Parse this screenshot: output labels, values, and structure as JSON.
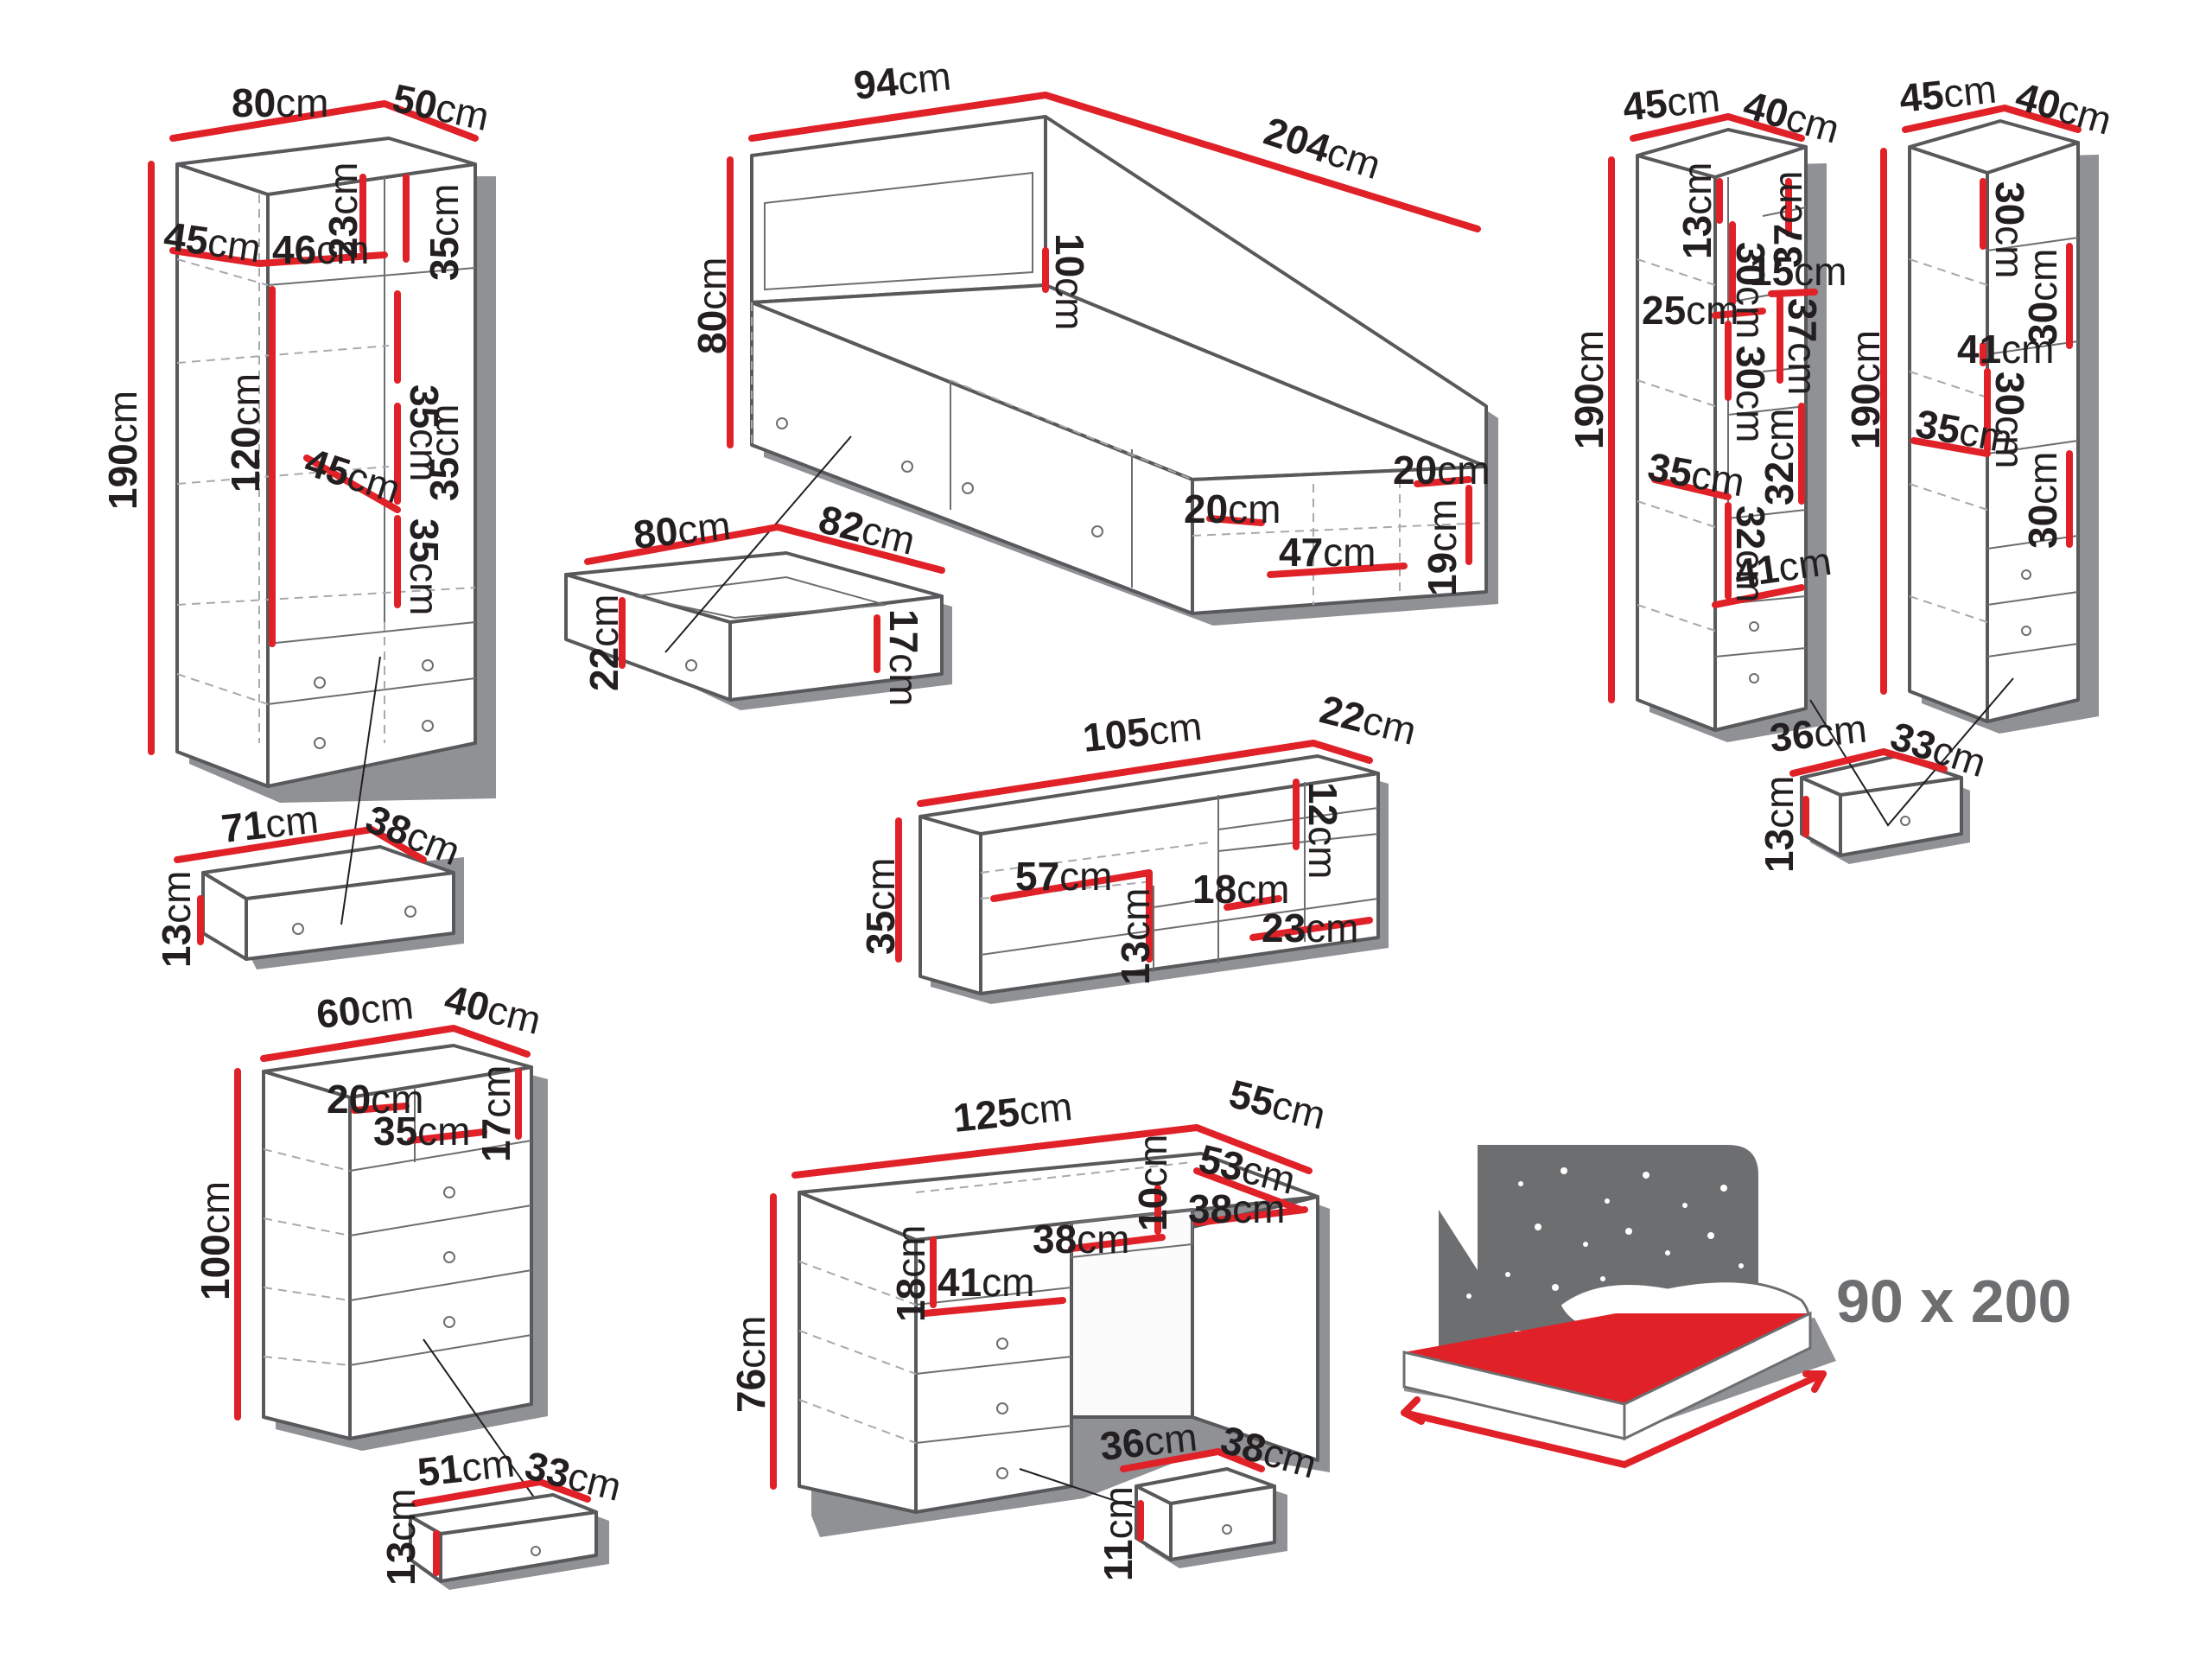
{
  "colors": {
    "accent": "#e02127",
    "outline": "#58595b",
    "shadow": "#8f9194",
    "text": "#231f20",
    "mattress_graphic": "#6d6e70"
  },
  "unit": "cm",
  "groups": {
    "wardrobe": {
      "dims": [
        "80",
        "50",
        "190",
        "23",
        "35",
        "45",
        "46",
        "35",
        "120",
        "35",
        "45",
        "35"
      ]
    },
    "wardrobe_drawer": {
      "dims": [
        "71",
        "38",
        "13"
      ]
    },
    "bed": {
      "dims": [
        "94",
        "204",
        "80",
        "10",
        "20",
        "20",
        "47",
        "19"
      ]
    },
    "bed_drawer": {
      "dims": [
        "80",
        "82",
        "22",
        "17"
      ]
    },
    "bookcase_a": {
      "dims": [
        "45",
        "40",
        "190",
        "13",
        "37",
        "30",
        "15",
        "25",
        "37",
        "30",
        "32",
        "35",
        "32",
        "41"
      ]
    },
    "bookcase_b": {
      "dims": [
        "45",
        "40",
        "190",
        "30",
        "30",
        "41",
        "30",
        "35",
        "30"
      ]
    },
    "bookcase_drawer": {
      "dims": [
        "36",
        "33",
        "13"
      ]
    },
    "shelf": {
      "dims": [
        "105",
        "22",
        "35",
        "12",
        "57",
        "18",
        "13",
        "23"
      ]
    },
    "chest": {
      "dims": [
        "60",
        "40",
        "100",
        "20",
        "35",
        "17"
      ]
    },
    "chest_drawer": {
      "dims": [
        "51",
        "33",
        "13"
      ]
    },
    "desk": {
      "dims": [
        "125",
        "55",
        "76",
        "53",
        "10",
        "38",
        "38",
        "18",
        "41"
      ]
    },
    "desk_drawer": {
      "dims": [
        "36",
        "38",
        "11"
      ]
    }
  },
  "mattress": {
    "size_label": "90 x 200"
  }
}
